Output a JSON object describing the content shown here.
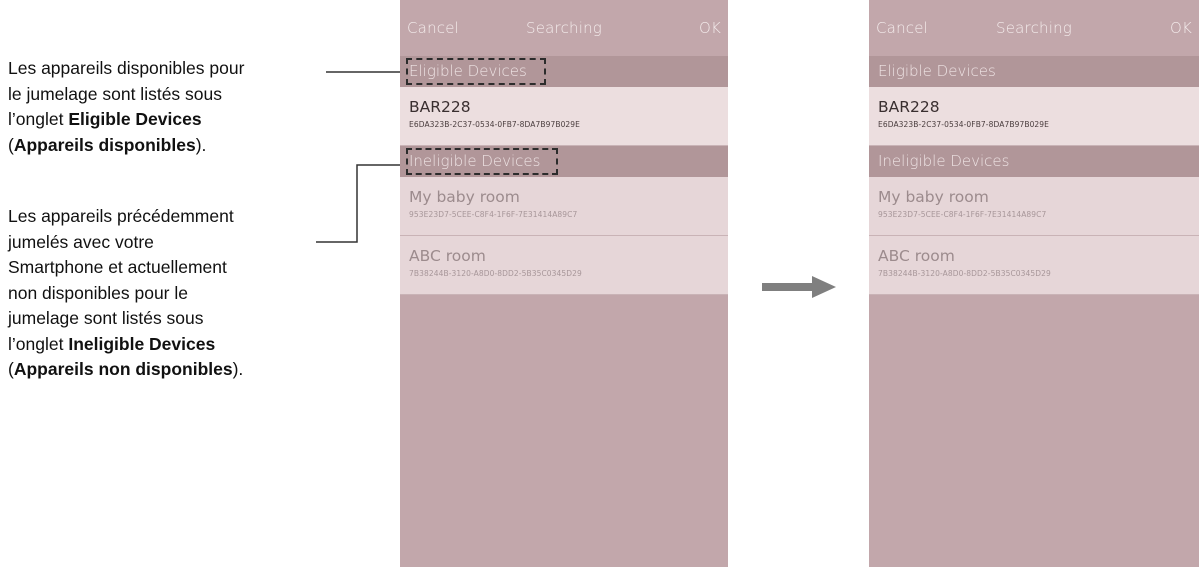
{
  "annotations": {
    "eligible_note": {
      "line1": "Les appareils disponibles pour",
      "line2": "le jumelage sont listés sous",
      "line3_prefix": "l’onglet ",
      "line3_bold": "Eligible Devices",
      "line4_open": "(",
      "line4_bold": "Appareils disponibles",
      "line4_close": ")."
    },
    "ineligible_note": {
      "line1": "Les appareils  précédemment",
      "line2": "jumelés avec votre",
      "line3": "Smartphone et actuellement",
      "line4": "non disponibles pour le",
      "line5": "jumelage sont listés sous",
      "line6_prefix": "l’onglet ",
      "line6_bold": "Ineligible Devices",
      "line7_open": "(",
      "line7_bold": "Appareils non disponibles",
      "line7_close": ")."
    }
  },
  "screen_left": {
    "nav": {
      "cancel": "Cancel",
      "title": "Searching",
      "ok": "OK"
    },
    "eligible_header": "Eligible Devices",
    "eligible_devices": [
      {
        "name": "BAR228",
        "id": "E6DA323B-2C37-0534-0FB7-8DA7B97B029E"
      }
    ],
    "ineligible_header": "Ineligible Devices",
    "ineligible_devices": [
      {
        "name": "My baby room",
        "id": "953E23D7-5CEE-C8F4-1F6F-7E31414A89C7"
      },
      {
        "name": "ABC room",
        "id": "7B38244B-3120-A8D0-8DD2-5B35C0345D29"
      }
    ]
  },
  "screen_right": {
    "nav": {
      "cancel": "Cancel",
      "title": "Searching",
      "ok": "OK"
    },
    "eligible_header": "Eligible Devices",
    "eligible_devices": [
      {
        "name": "BAR228",
        "id": "E6DA323B-2C37-0534-0FB7-8DA7B97B029E"
      }
    ],
    "ineligible_header": "Ineligible Devices",
    "ineligible_devices": [
      {
        "name": "My baby room",
        "id": "953E23D7-5CEE-C8F4-1F6F-7E31414A89C7"
      },
      {
        "name": "ABC room",
        "id": "7B38244B-3120-A8D0-8DD2-5B35C0345D29"
      }
    ]
  },
  "colors": {
    "screen_background": "#c2a7ab",
    "section_header": "#b19699",
    "eligible_row": "#ecdedf",
    "ineligible_row": "#e6d6d8",
    "arrow": "#7f7f7f"
  },
  "icons": {
    "transition": "right-arrow-icon"
  }
}
